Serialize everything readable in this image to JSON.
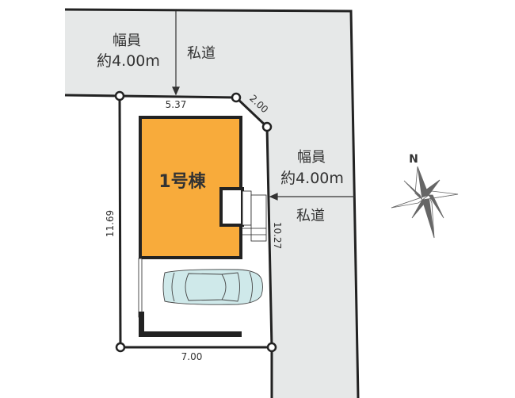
{
  "colors": {
    "road": "#e6e8e8",
    "building": "#f8ab3b",
    "car": "#cfe9ea",
    "line": "#222222",
    "compass": "#666666"
  },
  "road_top": {
    "width_label": "幅員",
    "width_value": "約4.00m",
    "type": "私道"
  },
  "road_right": {
    "width_label": "幅員",
    "width_value": "約4.00m",
    "type": "私道"
  },
  "dimensions": {
    "top": "5.37",
    "corner": "2.00",
    "left": "11.69",
    "right": "10.27",
    "bottom": "7.00"
  },
  "building": {
    "label": "1号棟"
  },
  "compass": {
    "label": "N",
    "icon": "compass-rose-icon"
  }
}
